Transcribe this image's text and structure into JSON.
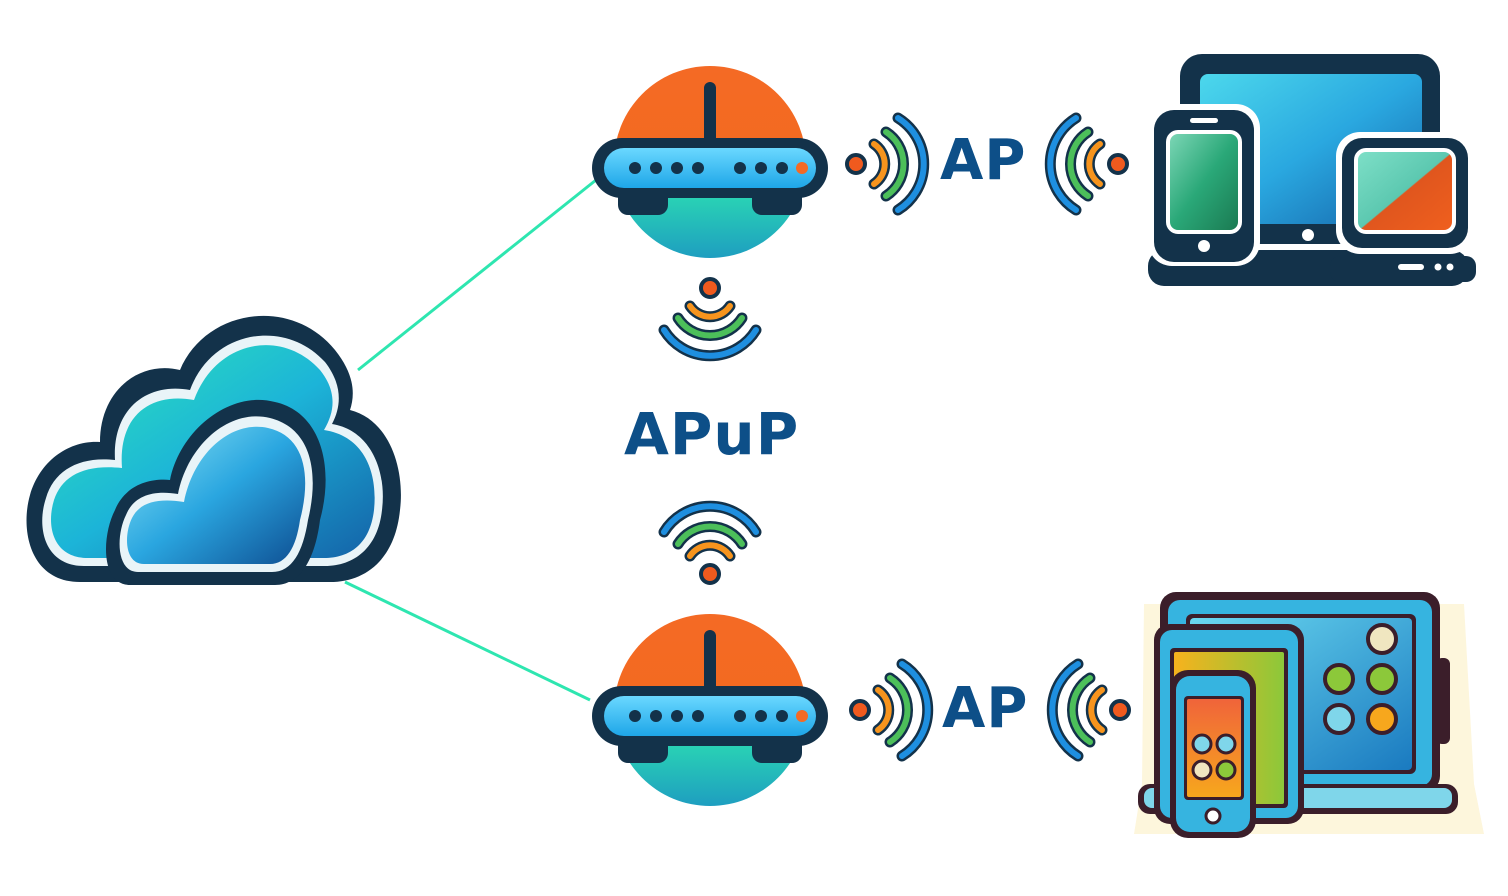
{
  "diagram": {
    "center_label": "APuP",
    "links": [
      {
        "from": "internet-cloud",
        "to": "router-top",
        "style": "line"
      },
      {
        "from": "internet-cloud",
        "to": "router-bottom",
        "style": "line"
      },
      {
        "from": "router-top",
        "to": "router-bottom",
        "style": "wireless",
        "label": "APuP"
      },
      {
        "from": "router-top",
        "to": "client-devices-top",
        "style": "wireless",
        "label": "AP"
      },
      {
        "from": "router-bottom",
        "to": "client-devices-bottom",
        "style": "wireless",
        "label": "AP"
      }
    ],
    "nodes": [
      {
        "id": "internet-cloud",
        "icon": "cloud-icon"
      },
      {
        "id": "router-top",
        "icon": "router-icon"
      },
      {
        "id": "router-bottom",
        "icon": "router-icon"
      },
      {
        "id": "client-devices-top",
        "icon": "devices-icon"
      },
      {
        "id": "client-devices-bottom",
        "icon": "devices-icon"
      }
    ],
    "top_ap_label": "AP",
    "bottom_ap_label": "AP"
  },
  "colors": {
    "link_line": "#2ee6b0",
    "label_text": "#0d4f88",
    "outline": "#13324a",
    "router_top": "#f46a25",
    "router_bottom": "#2ee8b0",
    "router_bar": "#36c6f0"
  }
}
